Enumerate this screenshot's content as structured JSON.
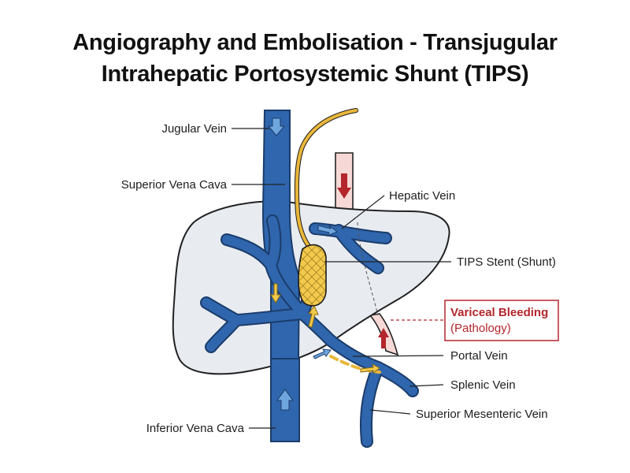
{
  "title": {
    "line1": "Angiography and Embolisation - Transjugular",
    "line2": "Intrahepatic Portosystemic Shunt (TIPS)"
  },
  "labels": {
    "jugular_vein": "Jugular Vein",
    "superior_vena_cava": "Superior Vena Cava",
    "hepatic_vein": "Hepatic Vein",
    "tips_stent": "TIPS Stent (Shunt)",
    "variceal_bleeding": "Variceal Bleeding",
    "pathology": "(Pathology)",
    "portal_vein": "Portal Vein",
    "splenic_vein": "Splenic Vein",
    "superior_mesenteric_vein": "Superior Mesenteric Vein",
    "inferior_vena_cava": "Inferior Vena Cava"
  },
  "colors": {
    "vein_blue": "#2f66ad",
    "vein_light_blue": "#6fa6de",
    "liver_fill": "#e8ecf1",
    "stent_yellow": "#f2c94c",
    "guidewire_yellow": "#eab73a",
    "pathology_red": "#b3262b",
    "pathology_fill": "#f6d9d6"
  }
}
